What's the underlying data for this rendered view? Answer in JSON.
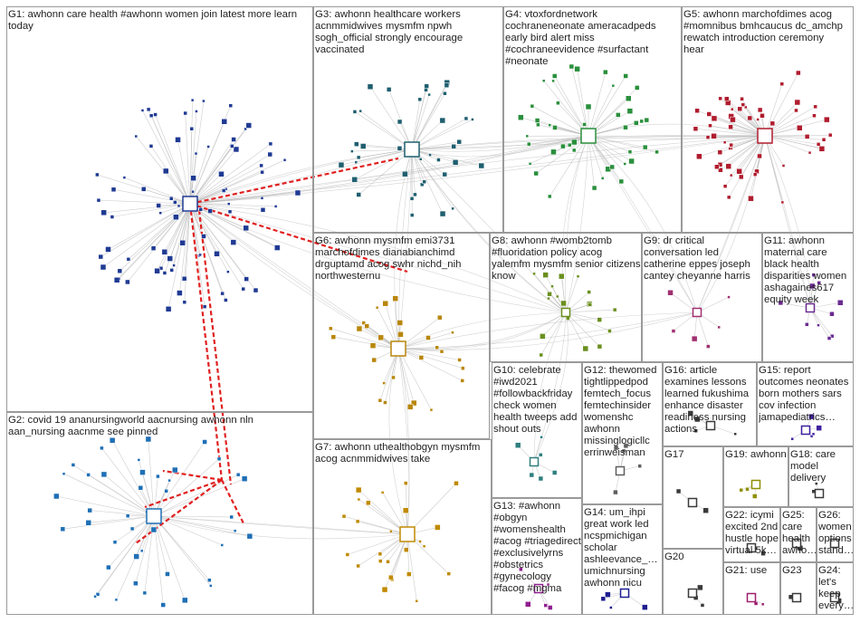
{
  "title": "",
  "groups": [
    {
      "id": "G1",
      "label": "G1: awhonn care health #awhonn women join latest more learn today",
      "color": "#1f3a93"
    },
    {
      "id": "G2",
      "label": "G2: covid 19 ananursingworld aacnursing awhonn nln aan_nursing aacnme see pinned",
      "color": "#1f6fb5"
    },
    {
      "id": "G3",
      "label": "G3: awhonn healthcare workers acnmmidwives mysmfm npwh sogh_official strongly encourage vaccinated",
      "color": "#1f5f6f"
    },
    {
      "id": "G4",
      "label": "G4: vtoxfordnetwork cochraneneonate ameracadpeds early bird alert miss #cochraneevidence #surfactant #neonate",
      "color": "#2a8f3c"
    },
    {
      "id": "G5",
      "label": "G5: awhonn marchofdimes acog #momnibus bmhcaucus dc_amchp rewatch introduction ceremony hear",
      "color": "#b01c2e"
    },
    {
      "id": "G6",
      "label": "G6: awhonn mysmfm emi3731 marchofdimes dianabianchimd drguptamd acog swhr nichd_nih northwesternu",
      "color": "#b8860b"
    },
    {
      "id": "G7",
      "label": "G7: awhonn uthealthobgyn mysmfm acog acnmmidwives take",
      "color": "#c08a00"
    },
    {
      "id": "G8",
      "label": "G8: awhonn #womb2tomb #fluoridation policy acog yalemfm mysmfm senior citizens know",
      "color": "#6a8f1f"
    },
    {
      "id": "G9",
      "label": "G9: dr critical conversation led catherine eppes joseph cantey cheyanne harris",
      "color": "#a03070"
    },
    {
      "id": "G10",
      "label": "G10: celebrate #iwd2021 #followbackfriday check women health tweeps add shout outs",
      "color": "#2f7f7f"
    },
    {
      "id": "G11",
      "label": "G11: awhonn maternal care black health disparities women ashagaines617 equity week",
      "color": "#6a2a8f"
    },
    {
      "id": "G12",
      "label": "G12: thewomed tightlippedpod femtech_focus femtechinsider womenshc awhonn missinglogicllc errinweisman",
      "color": "#5f5f5f"
    },
    {
      "id": "G13",
      "label": "G13: #awhonn #obgyn #womenshealth #acog #triagedirect #exclusivelyrns #obstetrics #gynecology #facog #mgma",
      "color": "#8f1f8f"
    },
    {
      "id": "G14",
      "label": "G14: um_ihpi great work led ncspmichigan scholar ashleevance_… umichnursing awhonn nicu",
      "color": "#1f1f8f"
    },
    {
      "id": "G15",
      "label": "G15: report outcomes neonates born mothers sars cov infection jamapediatrics…",
      "color": "#3f1f9f"
    },
    {
      "id": "G16",
      "label": "G16: article examines lessons learned fukushima enhance disaster readiness nursing actions",
      "color": "#3a3a3a"
    },
    {
      "id": "G17",
      "label": "G17",
      "color": "#3a3a3a"
    },
    {
      "id": "G18",
      "label": "G18: care model delivery",
      "color": "#3a3a3a"
    },
    {
      "id": "G19",
      "label": "G19: awhonn",
      "color": "#8f8f00"
    },
    {
      "id": "G20",
      "label": "G20",
      "color": "#3a3a3a"
    },
    {
      "id": "G21",
      "label": "G21: use",
      "color": "#9f1f6f"
    },
    {
      "id": "G22",
      "label": "G22: icymi excited 2nd hustle hope virtual 5k…",
      "color": "#3a3a3a"
    },
    {
      "id": "G23",
      "label": "G23",
      "color": "#3a3a3a"
    },
    {
      "id": "G24",
      "label": "G24: let's keep every…",
      "color": "#3a3a3a"
    },
    {
      "id": "G25",
      "label": "G25: care health awho…",
      "color": "#3a3a3a"
    },
    {
      "id": "G26",
      "label": "G26: women options stand…",
      "color": "#3a3a3a"
    }
  ],
  "edge_colors": {
    "normal": "#b8b8b8",
    "highlight": "#e02020"
  }
}
